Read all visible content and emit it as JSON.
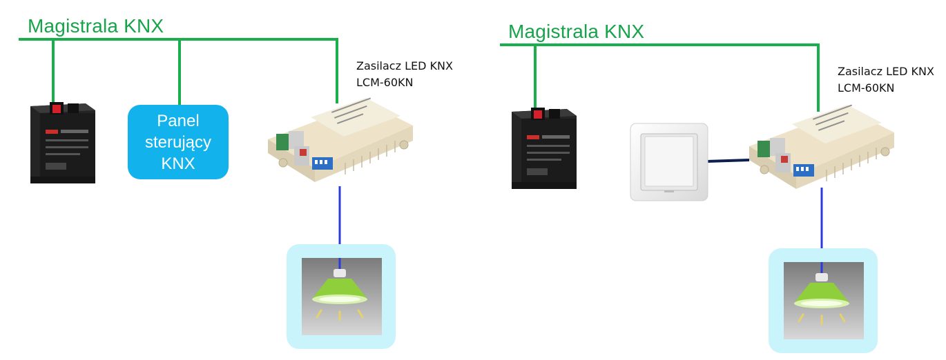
{
  "left": {
    "bus_title": "Magistrala KNX",
    "driver_label": [
      "Zasilacz LED KNX",
      "LCM-60KN"
    ],
    "panel_label": [
      "Panel",
      "sterujący",
      "KNX"
    ]
  },
  "right": {
    "bus_title": "Magistrala KNX",
    "driver_label": [
      "Zasilacz LED KNX",
      "LCM-60KN"
    ]
  },
  "colors": {
    "bus": "#1aae4c",
    "control_panel": "#12b2ec",
    "lamp_line": "#2a3adb",
    "switch_line": "#0d1f4f",
    "lamp_glow": "#c9f4fb"
  },
  "icons": [
    "knx-power-supply-icon",
    "led-driver-icon",
    "lamp-icon",
    "wall-switch-icon"
  ]
}
